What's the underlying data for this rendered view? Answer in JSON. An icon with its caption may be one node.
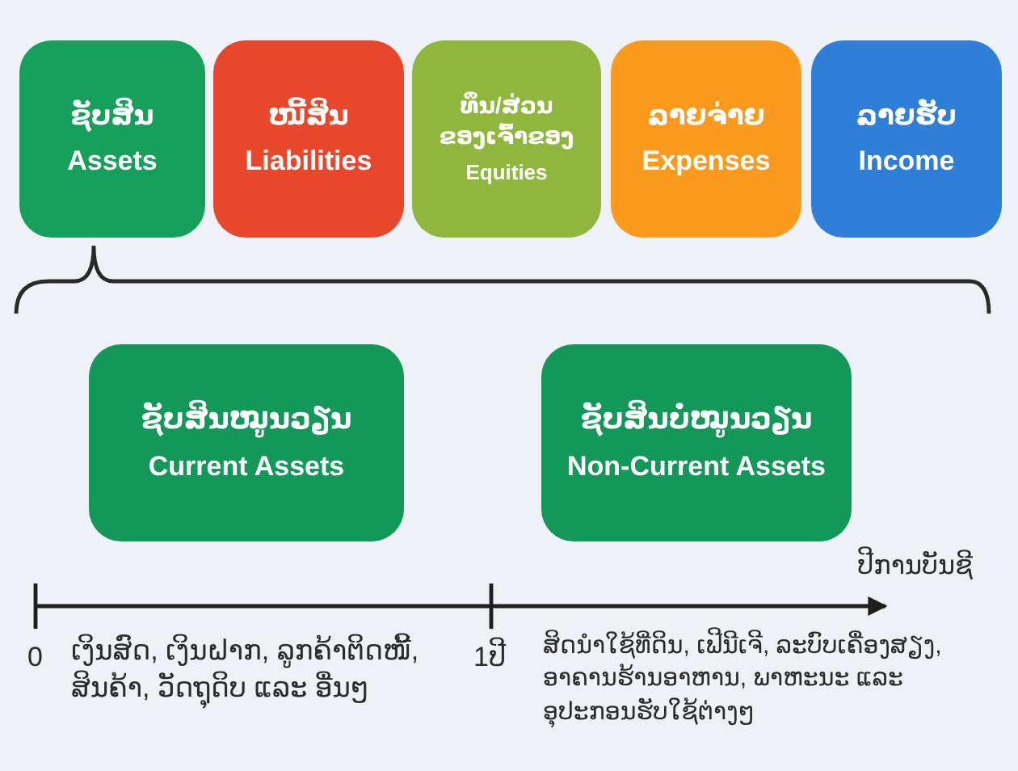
{
  "diagram": {
    "nodes": [
      {
        "text": [
          "ຊັບສິນ",
          "Assets"
        ]
      },
      {
        "text": [
          "ໜີ້ສິນ",
          "Liabilities"
        ]
      },
      {
        "text": [
          "ທຶນ/ສ່ວນຂອງເຈົ້າຂອງ",
          "Equities"
        ]
      },
      {
        "text": [
          "ລາຍຈ່າຍ",
          "Expenses"
        ]
      },
      {
        "text": [
          "ລາຍຮັບ",
          "Income"
        ]
      },
      {
        "text": [
          "ຊັບສິນໝູນວຽນ",
          "Current Assets"
        ]
      },
      {
        "text": [
          "ຊັບສິນບໍ່ໝູນວຽນ",
          "Non-Current Assets"
        ]
      }
    ],
    "labels": [
      "ປີການບັນຊີ",
      "0",
      "ເງິນສົດ, ເງິນຝາກ, ລູກຄ້າຕິດໜີ້, ສິນຄ້າ, ວັດຖຸດິບ ແລະ ອື່ນໆ",
      "1ປີ",
      "ສິດນຳໃຊ້ທີ່ດິນ, ເຟີນີເຈີ, ລະບົບເຄື່ອງສຽງ, ອາຄານຮ້ານອາຫານ, ພາຫະນະ ແລະ ອຸປະກອນຮັບໃຊ້ຕ່າງໆ"
    ]
  }
}
